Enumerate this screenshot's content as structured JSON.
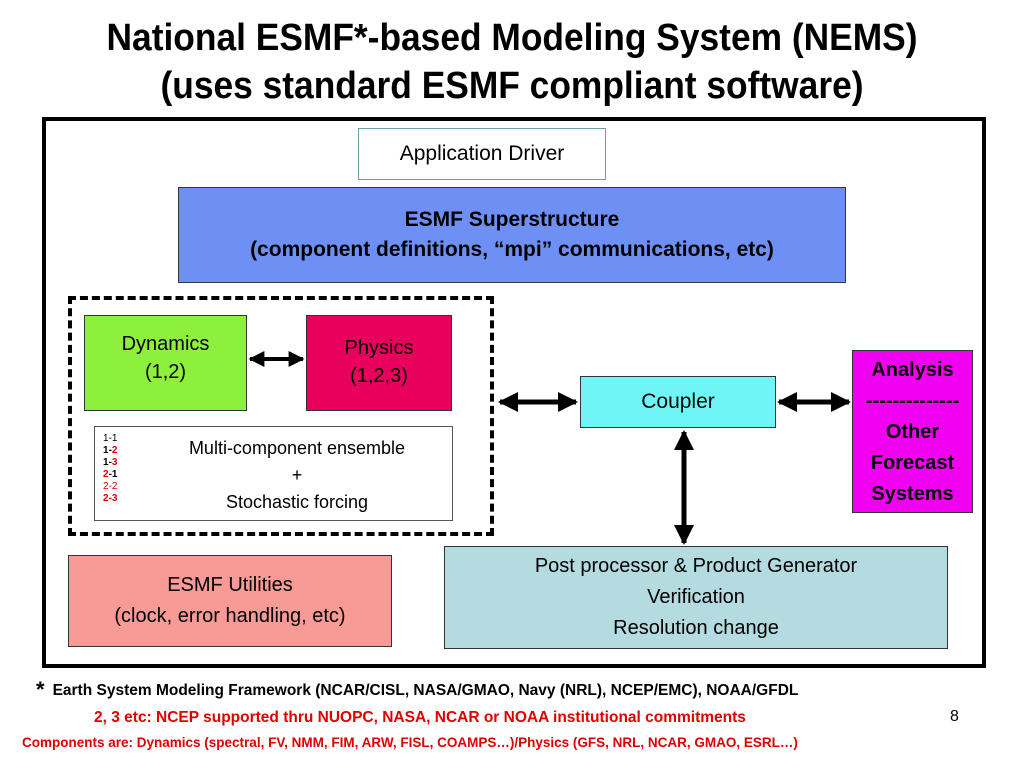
{
  "title": {
    "line1": "National ESMF*-based Modeling System (NEMS)",
    "line2": "(uses standard ESMF compliant software)"
  },
  "diagram": {
    "application_driver": "Application Driver",
    "superstructure": {
      "line1": "ESMF Superstructure",
      "line2": "(component definitions, “mpi” communications, etc)"
    },
    "dynamics": {
      "line1": "Dynamics",
      "line2": "(1,2)"
    },
    "physics": {
      "line1": "Physics",
      "line2": "(1,2,3)"
    },
    "ensemble": {
      "line1": "Multi-component ensemble",
      "line2": "+",
      "line3": "Stochastic forcing",
      "codes": [
        {
          "a": "1",
          "sep": "-",
          "b": "1"
        },
        {
          "a": "1",
          "sep": "-",
          "b": "2"
        },
        {
          "a": "1",
          "sep": "-",
          "b": "3"
        },
        {
          "a": "2",
          "sep": "-",
          "b": "1"
        },
        {
          "a": "2",
          "sep": "-",
          "b": "2"
        },
        {
          "a": "2",
          "sep": "-",
          "b": "3"
        }
      ]
    },
    "coupler": "Coupler",
    "analysis": {
      "line1": "Analysis",
      "separator": "--------------",
      "line2": "Other",
      "line3": "Forecast",
      "line4": "Systems"
    },
    "post_processor": {
      "line1": "Post processor & Product Generator",
      "line2": "Verification",
      "line3": "Resolution change"
    },
    "utilities": {
      "line1": "ESMF Utilities",
      "line2": "(clock, error handling, etc)"
    }
  },
  "footnote": {
    "star": "*",
    "text": "Earth System Modeling Framework (NCAR/CISL, NASA/GMAO, Navy (NRL), NCEP/EMC), NOAA/GFDL"
  },
  "institutional_note": "2, 3 etc: NCEP supported thru NUOPC, NASA, NCAR or NOAA institutional commitments",
  "page_number": "8",
  "components_note": "Components are: Dynamics (spectral, FV, NMM, FIM, ARW, FISL, COAMPS…)/Physics (GFS, NRL, NCAR, GMAO, ESRL…)",
  "colors": {
    "superstructure": "#6e90f4",
    "dynamics": "#8cf03c",
    "physics": "#e8005c",
    "coupler": "#6ef6f6",
    "analysis": "#f000f0",
    "post_processor": "#b4dce0",
    "utilities": "#f89a96",
    "note_red": "#e00000"
  }
}
